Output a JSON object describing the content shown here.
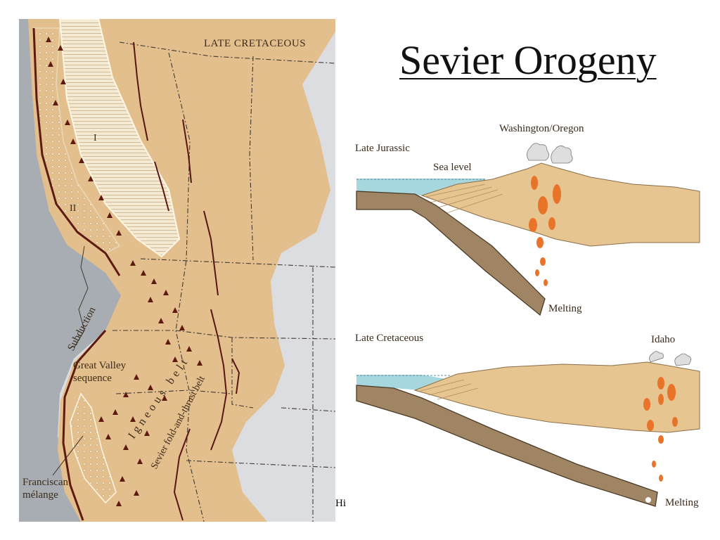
{
  "slide": {
    "title": "Sevier Orogeny",
    "stray_text": "Hi"
  },
  "map": {
    "title": "LATE CRETACEOUS",
    "zones": [
      "I",
      "II"
    ],
    "labels": {
      "subduction": "Subduction",
      "great_valley_1": "Great Valley",
      "great_valley_2": "sequence",
      "igneous_belt": "Igneous belt",
      "sevier_belt": "Sevier fold-and-thrust belt",
      "franciscan_1": "Franciscan",
      "franciscan_2": "mélange"
    },
    "colors": {
      "land": "#e2bf8c",
      "ocean": "#a7adb3",
      "light_zone": "#f3e7cd",
      "triangles": "#5e1a10",
      "faults": "#5a1512",
      "outside": "#dcdde0"
    }
  },
  "sections": [
    {
      "period": "Late Jurassic",
      "sea_level_label": "Sea level",
      "place_label": "Washington/Oregon",
      "melting_label": "Melting"
    },
    {
      "period": "Late Cretaceous",
      "place_label": "Idaho",
      "melting_label": "Melting"
    }
  ],
  "section_colors": {
    "crust": "#e6c590",
    "slab": "#a08564",
    "water": "#a6d6de",
    "magma": "#e8742a",
    "volcano_plume": "#d9d9d9"
  }
}
